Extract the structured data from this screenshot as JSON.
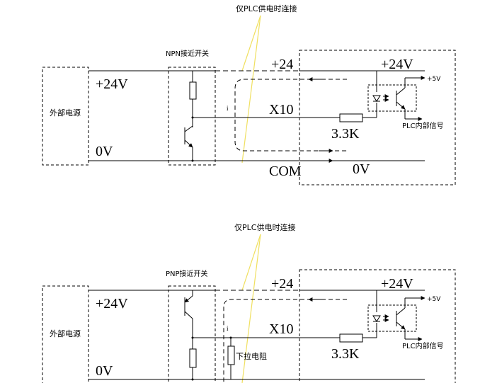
{
  "diagram_top": {
    "annotation": "仅PLC供电时连接",
    "switch_title": "NPN接近开关",
    "supply_label": "外部电源",
    "v24_left": "+24V",
    "v0_left": "0V",
    "plus24": "+24",
    "v24_right": "+24V",
    "plus5v": "+5V",
    "current_i": "i",
    "x10": "X10",
    "resistor": "3.3K",
    "internal_signal": "PLC内部信号",
    "com": "COM",
    "v0_right": "0V"
  },
  "diagram_bottom": {
    "annotation": "仅PLC供电时连接",
    "switch_title": "PNP接近开关",
    "supply_label": "外部电源",
    "v24_left": "+24V",
    "v0_left": "0V",
    "plus24": "+24",
    "v24_right": "+24V",
    "plus5v": "+5V",
    "current_i": "i",
    "x10": "X10",
    "resistor": "3.3K",
    "internal_signal": "PLC内部信号",
    "pulldown": "下拉电阻"
  },
  "colors": {
    "line": "#000000",
    "annotation_line": "#f0e060"
  }
}
